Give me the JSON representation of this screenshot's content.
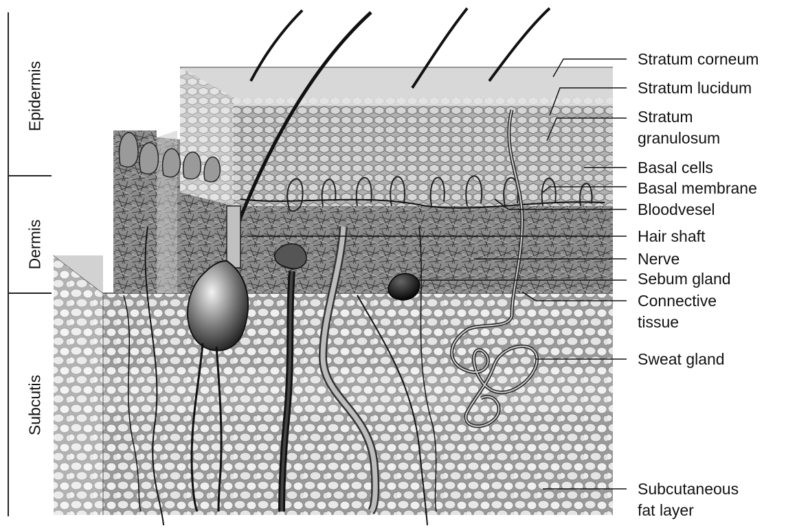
{
  "layers": {
    "epidermis": "Epidermis",
    "dermis": "Dermis",
    "subcutis": "Subcutis"
  },
  "labels": {
    "stratum_corneum": "Stratum corneum",
    "stratum_lucidum": "Stratum lucidum",
    "stratum_granulosum_1": "Stratum",
    "stratum_granulosum_2": "granulosum",
    "basal_cells": "Basal cells",
    "basal_membrane": "Basal membrane",
    "bloodvesel": "Bloodvesel",
    "hair_shaft": "Hair shaft",
    "nerve": "Nerve",
    "sebum_gland": "Sebum gland",
    "connective_tissue_1": "Connective",
    "connective_tissue_2": "tissue",
    "sweat_gland": "Sweat gland",
    "subcutaneous_fat_1": "Subcutaneous",
    "subcutaneous_fat_2": "fat layer"
  },
  "colors": {
    "ink": "#111111",
    "epidermis_fill": "#bdbdbd",
    "dermis_fill": "#8a8a8a",
    "fat_fill": "#d6d6d6"
  }
}
